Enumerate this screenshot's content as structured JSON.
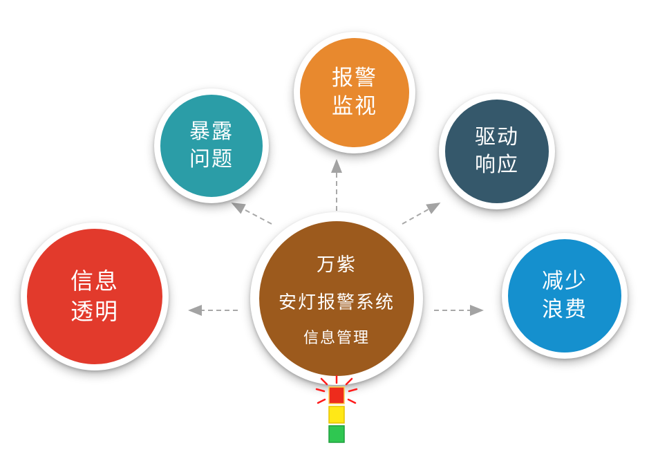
{
  "diagram": {
    "center": {
      "line1": "万紫",
      "line2": "安灯报警系统",
      "line3": "信息管理",
      "color": "#9c5a1d"
    },
    "nodes": [
      {
        "id": "info-transparency",
        "line1": "信息",
        "line2": "透明",
        "color": "#e23a2c"
      },
      {
        "id": "expose-problems",
        "line1": "暴露",
        "line2": "问题",
        "color": "#2b9da7"
      },
      {
        "id": "alarm-monitoring",
        "line1": "报警",
        "line2": "监视",
        "color": "#e8892e"
      },
      {
        "id": "drive-response",
        "line1": "驱动",
        "line2": "响应",
        "color": "#35586b"
      },
      {
        "id": "reduce-waste",
        "line1": "减少",
        "line2": "浪费",
        "color": "#1590ce"
      }
    ],
    "andon": {
      "colors": [
        "#ee2b1c",
        "#ffe817",
        "#2fc751"
      ],
      "burst_color": "#ff1a1a"
    },
    "arrow_color": "#a8a8a8"
  }
}
